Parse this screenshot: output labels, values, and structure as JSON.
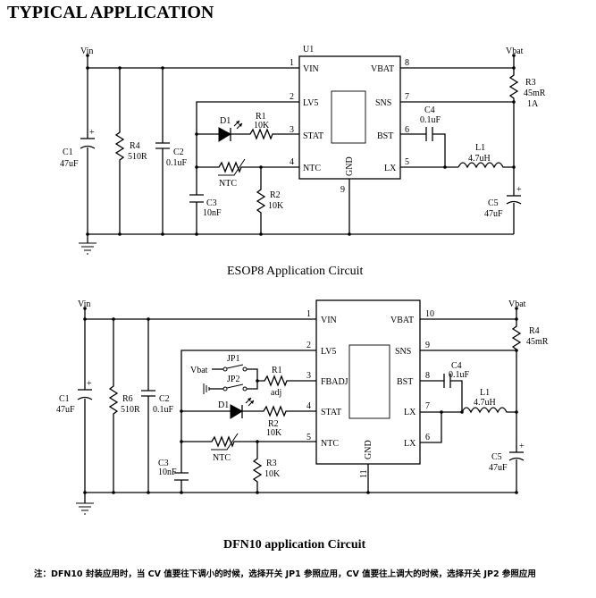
{
  "page_title": "TYPICAL APPLICATION",
  "esop8": {
    "caption": "ESOP8 Application Circuit",
    "chip_name": "U1",
    "pins": {
      "p1_num": "1",
      "p1_name": "VIN",
      "p2_num": "2",
      "p2_name": "LV5",
      "p3_num": "3",
      "p3_name": "STAT",
      "p4_num": "4",
      "p4_name": "NTC",
      "p5_num": "5",
      "p5_name": "LX",
      "p6_num": "6",
      "p6_name": "BST",
      "p7_num": "7",
      "p7_name": "SNS",
      "p8_num": "8",
      "p8_name": "VBAT",
      "p9_num": "9",
      "p9_name": "GND"
    },
    "vin": "Vin",
    "vbat": "Vbat",
    "c1_name": "C1",
    "c1_val": "47uF",
    "r4_name": "R4",
    "r4_val": "510R",
    "c2_name": "C2",
    "c2_val": "0.1uF",
    "d1_name": "D1",
    "r1_name": "R1",
    "r1_val": "10K",
    "ntc_name": "NTC",
    "c3_name": "C3",
    "c3_val": "10nF",
    "r2_name": "R2",
    "r2_val": "10K",
    "r3_name": "R3",
    "r3_val": "45mR",
    "r3_note": "1A",
    "c4_name": "C4",
    "c4_val": "0.1uF",
    "l1_name": "L1",
    "l1_val": "4.7uH",
    "c5_name": "C5",
    "c5_val": "47uF"
  },
  "dfn10": {
    "caption": "DFN10 application Circuit",
    "pins": {
      "p1_num": "1",
      "p1_name": "VIN",
      "p2_num": "2",
      "p2_name": "LV5",
      "p3_num": "3",
      "p3_name": "FBADJ",
      "p4_num": "4",
      "p4_name": "STAT",
      "p5_num": "5",
      "p5_name": "NTC",
      "p6_num": "6",
      "p6_name": "LX",
      "p7_num": "7",
      "p7_name": "LX",
      "p8_num": "8",
      "p8_name": "BST",
      "p9_num": "9",
      "p9_name": "SNS",
      "p10_num": "10",
      "p10_name": "VBAT",
      "p11_num": "11",
      "p11_name": "GND"
    },
    "vin": "Vin",
    "vbat": "Vbat",
    "vbat_jp": "Vbat",
    "jp1_name": "JP1",
    "jp2_name": "JP2",
    "c1_name": "C1",
    "c1_val": "47uF",
    "r6_name": "R6",
    "r6_val": "510R",
    "c2_name": "C2",
    "c2_val": "0.1uF",
    "r1_name": "R1",
    "r1_val": "adj",
    "d1_name": "D1",
    "r2_name": "R2",
    "r2_val": "10K",
    "ntc_name": "NTC",
    "c3_name": "C3",
    "c3_val": "10nF",
    "r3_name": "R3",
    "r3_val": "10K",
    "r4_name": "R4",
    "r4_val": "45mR",
    "c4_name": "C4",
    "c4_val": "0.1uF",
    "l1_name": "L1",
    "l1_val": "4.7uH",
    "c5_name": "C5",
    "c5_val": "47uF"
  },
  "footnote": "注：DFN10 封装应用时，当 CV 值要往下调小的时候，选择开关 JP1 参照应用，CV 值要往上调大的时候，选择开关 JP2 参照应用"
}
